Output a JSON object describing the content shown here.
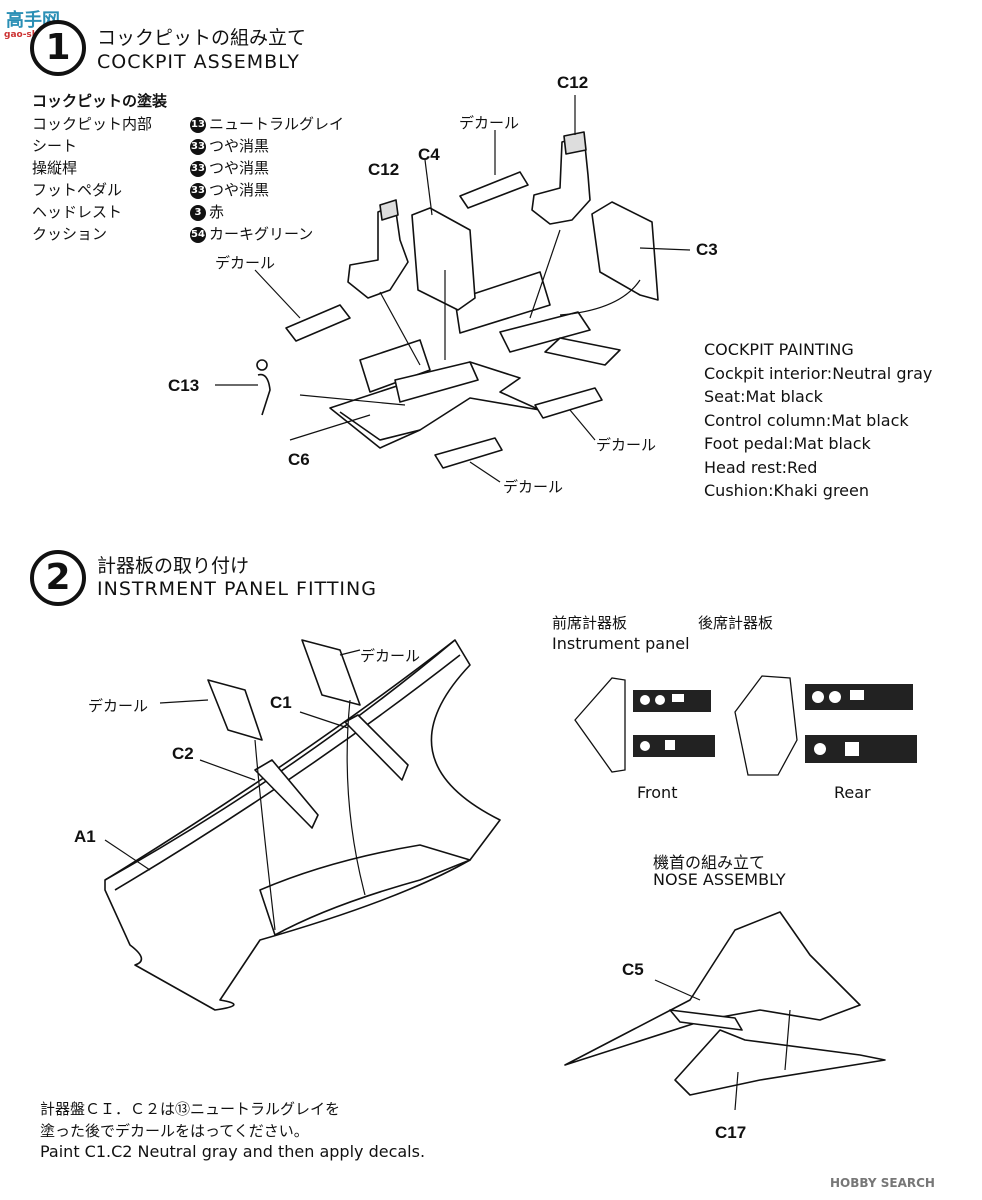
{
  "watermark_top": "高手网",
  "watermark_top_url": "gao-shou.net",
  "watermark_bottom": "HOBBY SEARCH",
  "step1": {
    "number": "1",
    "title_jp": "コックピットの組み立て",
    "title_en": "COCKPIT ASSEMBLY",
    "painting_header_jp": "コックピットの塗装",
    "painting_jp": [
      {
        "part": "コックピット内部",
        "code": "13",
        "color": "ニュートラルグレイ"
      },
      {
        "part": "シート",
        "code": "33",
        "color": "つや消黒"
      },
      {
        "part": "操縦桿",
        "code": "33",
        "color": "つや消黒"
      },
      {
        "part": "フットペダル",
        "code": "33",
        "color": "つや消黒"
      },
      {
        "part": "ヘッドレスト",
        "code": "3",
        "color": "赤"
      },
      {
        "part": "クッション",
        "code": "54",
        "color": "カーキグリーン"
      }
    ],
    "painting_en_header": "COCKPIT PAINTING",
    "painting_en": [
      "Cockpit interior:Neutral gray",
      "Seat:Mat black",
      "Control column:Mat black",
      "Foot pedal:Mat black",
      "Head rest:Red",
      "Cushion:Khaki green"
    ],
    "labels": {
      "c12_left": "C12",
      "c12_right": "C12",
      "c4": "C4",
      "c3": "C3",
      "c13": "C13",
      "c6": "C6",
      "decal_1": "デカール",
      "decal_2": "デカール",
      "decal_3": "デカール",
      "decal_4": "デカール"
    }
  },
  "step2": {
    "number": "2",
    "title_jp": "計器板の取り付け",
    "title_en": "INSTRMENT PANEL FITTING",
    "panel_front_jp": "前席計器板",
    "panel_rear_jp": "後席計器板",
    "panel_en": "Instrument panel",
    "front": "Front",
    "rear": "Rear",
    "nose_jp": "機首の組み立て",
    "nose_en": "NOSE ASSEMBLY",
    "labels": {
      "decal_a": "デカール",
      "decal_b": "デカール",
      "c1": "C1",
      "c2": "C2",
      "a1": "A1",
      "c5": "C5",
      "c17": "C17"
    },
    "note_jp_1": "計器盤ＣＩ．Ｃ２は⑬ニュートラルグレイを",
    "note_jp_2": "塗った後でデカールをはってください。",
    "note_en": "Paint C1.C2 Neutral gray and then apply decals."
  }
}
